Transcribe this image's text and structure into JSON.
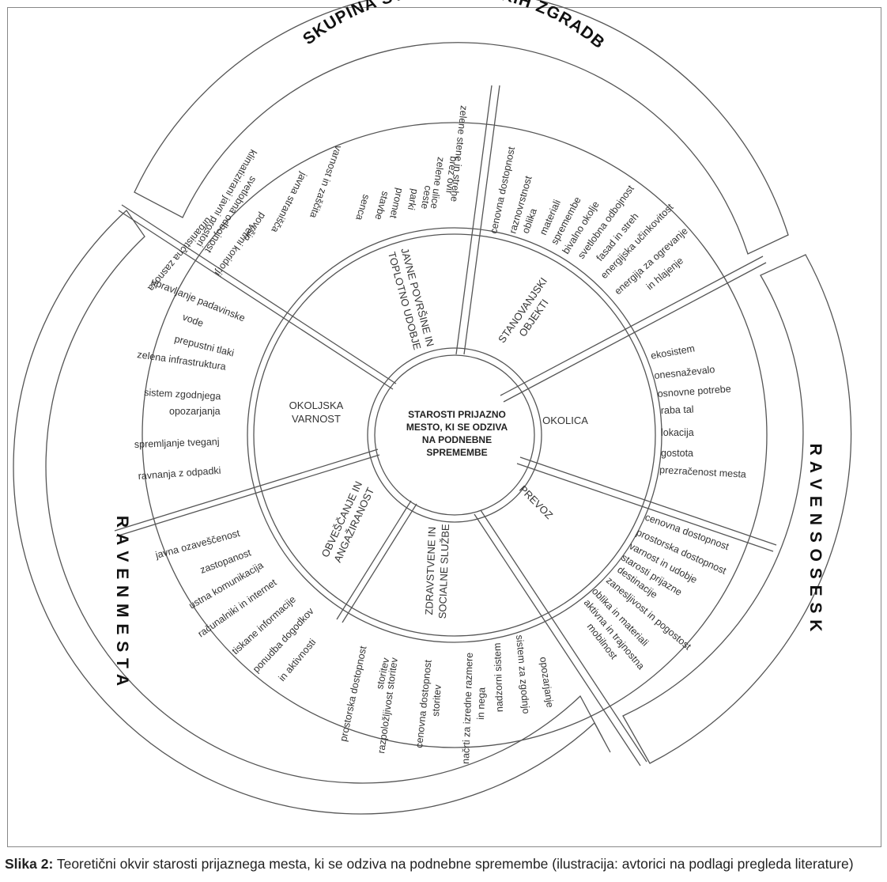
{
  "center": {
    "lines": [
      "STAROSTI PRIJAZNO",
      "MESTO, KI SE ODZIVA",
      "NA PODNEBNE",
      "SPREMEMBE"
    ]
  },
  "levels": {
    "buildings": "SKUPINA STANOVANJSKIH ZGRADB",
    "neighbourhoods": "R A V E N   S O S E S K",
    "city": "R A V E N   M E S T A"
  },
  "categories": {
    "public_spaces": [
      "JAVNE POVRŠINE IN",
      "TOPLOTNO UDOBJE"
    ],
    "housing": [
      "STANOVANJSKI",
      "OBJEKTI"
    ],
    "neighbourhood": [
      "OKOLICA"
    ],
    "transport": [
      "PREVOZ"
    ],
    "health": [
      "ZDRAVSTVENE IN",
      "SOCIALNE SLUŽBE"
    ],
    "communication": [
      "OBVEŠČANJE IN",
      "ANGAŽIRANOST"
    ],
    "environment": [
      "OKOLJSKA",
      "VARNOST"
    ]
  },
  "items": {
    "public_spaces": [
      "zelene stene in strehe",
      "brez ovir",
      "zelene ulice",
      "ceste",
      "parki",
      "promet",
      "stavbe",
      "senca",
      "varnost in zaščita",
      "javna stranišča",
      "klimatizirani javni prostori",
      "svetlobna odbojnost",
      "površin",
      "vetrni koridorji",
      "urbanistična zasnova"
    ],
    "housing": [
      "cenovna dostopnost",
      "raznovrstnost",
      "oblika",
      "materiali",
      "spremembe",
      "bivalno okolje",
      "svetlobna odbojnost",
      "fasad in streh",
      "energijska učinkovitost",
      "energija za ogrevanje",
      "in hlajenje"
    ],
    "neighbourhood": [
      "ekosistem",
      "onesnaževalo",
      "osnovne potrebe",
      "raba tal",
      "lokacija",
      "gostota",
      "prezračenost mesta"
    ],
    "transport": [
      "cenovna dostopnost",
      "prostorska dostopnost",
      "varnost in udobje",
      "starosti prijazne",
      "destinacije",
      "zanesljivost in pogostost",
      "oblika in materiali",
      "aktivna in trajnostna",
      "mobilnost"
    ],
    "health": [
      "prostorska dostopnost",
      "storitev",
      "razpoložljivost storitev",
      "cenovna dostopnost",
      "storitev",
      "načrti za izredne razmere",
      "in nega",
      "nadzorni sistem",
      "sistem za zgodnjo",
      "opozarjanje"
    ],
    "communication": [
      "javna ozaveščenost",
      "zastopanost",
      "ustna komunikacija",
      "računalniki in internet",
      "tiskane informacije",
      "ponudba dogodkov",
      "in aktivnosti"
    ],
    "environment": [
      "upravljanje padavinske",
      "vode",
      "prepustni tlaki",
      "zelena infrastruktura",
      "sistem zgodnjega",
      "opozarjanja",
      "spremljanje tveganj",
      "ravnanja z odpadki"
    ]
  },
  "caption": {
    "label": "Slika 2:",
    "text": " Teoretični okvir starosti prijaznega mesta, ki se odziva na podnebne spremembe (ilustracija: avtorici na podlagi pregleda literature)"
  }
}
